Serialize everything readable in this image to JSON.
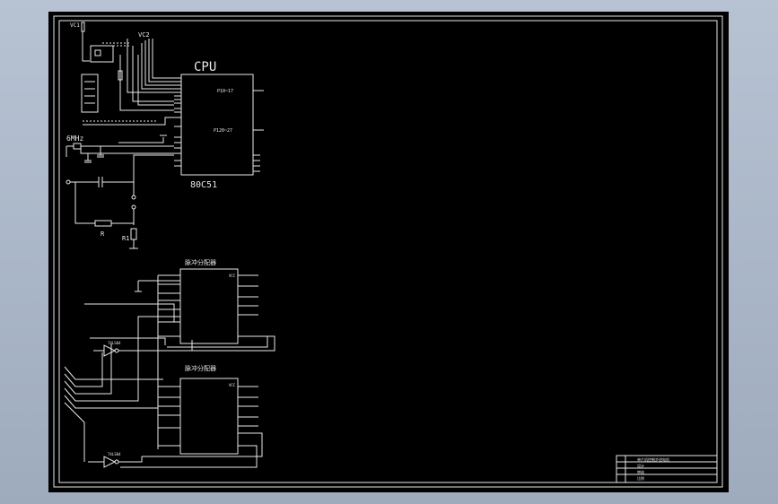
{
  "colors": {
    "background": "#000000",
    "line": "#e8e8e8",
    "frame": "#9eabbd"
  },
  "cpu": {
    "title": "CPU",
    "part": "80C51",
    "p10_p17": "P10~17",
    "p20_p27": "P120~27"
  },
  "crystal": {
    "label": "6MHz"
  },
  "power": {
    "vc1": "VC1",
    "vc2": "VC2"
  },
  "components": {
    "r": "R",
    "r1": "R1"
  },
  "divider1": {
    "title": "脉冲分配器",
    "vcc": "VCC"
  },
  "divider2": {
    "title": "脉冲分配器",
    "vcc": "VCC"
  },
  "inverters": {
    "u1": "74LS04",
    "u2": "74LS04"
  },
  "title_block": {
    "rows": [
      "单片机控制步进电机",
      "设计",
      "审核",
      "比例"
    ]
  }
}
